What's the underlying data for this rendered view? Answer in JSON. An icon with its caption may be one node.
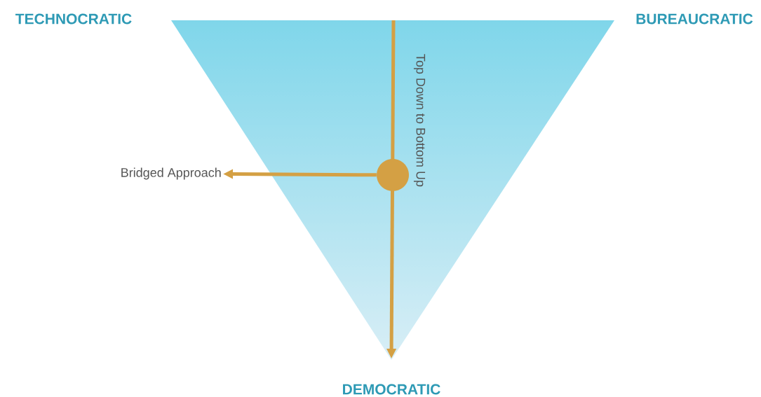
{
  "diagram": {
    "nodes": [
      {
        "text": [
          "Bridged Approach"
        ]
      },
      {
        "text": [],
        "shape": "circle"
      }
    ],
    "edges": [
      {
        "from": 1,
        "to": 0,
        "arrow": "to"
      }
    ],
    "labels": [
      "TECHNOCRATIC",
      "BUREAUCRATIC",
      "Top Down to Bottom Up",
      "DEMOCRATIC"
    ]
  }
}
